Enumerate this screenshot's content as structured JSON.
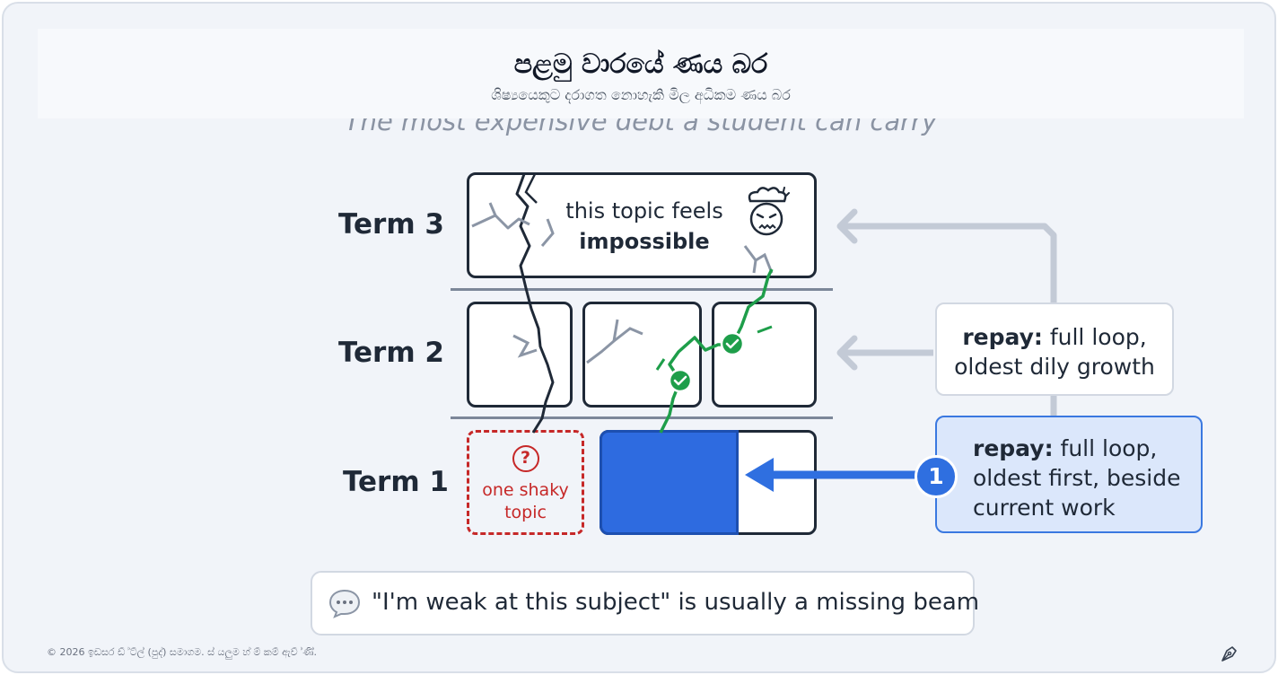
{
  "header": {
    "title": "පළමු වාරයේ ණය බර",
    "subtitle": "ශිෂ්‍යයෙකුට දරාගත නොහැකි මිල අධිකම ණය බර",
    "ghost_title": "The most expensive debt a student can carry"
  },
  "terms": {
    "term3": "Term 3",
    "term2": "Term 2",
    "term1": "Term 1"
  },
  "term3_block": {
    "line1": "this topic feels",
    "line2": "impossible",
    "icon": "stressed-face-icon"
  },
  "shaky_block": {
    "icon": "question-icon",
    "line1": "one shaky",
    "line2": "topic"
  },
  "repay_upper": {
    "bold": "repay:",
    "rest": " full loop,",
    "line2": "oldest dily growth"
  },
  "repay_main": {
    "bold": "repay:",
    "rest": " full loop,",
    "line2": "oldest first, beside",
    "line3": "current work",
    "step": "1"
  },
  "quote": {
    "icon": "speech-bubble-icon",
    "text": "\"I'm weak at this subject\" is usually a missing beam"
  },
  "footer": {
    "text": "© 2026 ඉඩසර ඩ් ්ට්ල් (පුද්) සමාගම. ස් යලුම හ් ම් කම් ඇව් ්ණි්.",
    "icon": "pen-nib-icon"
  },
  "colors": {
    "background": "#f1f4f9",
    "outline": "#1f2937",
    "crack": "#1f2937",
    "crack_gray": "#8b95a5",
    "repair_green": "#1e9e4a",
    "fill_blue": "#2e6be0",
    "shaky_red": "#c62828",
    "arrow_gray": "#c3cad6"
  }
}
